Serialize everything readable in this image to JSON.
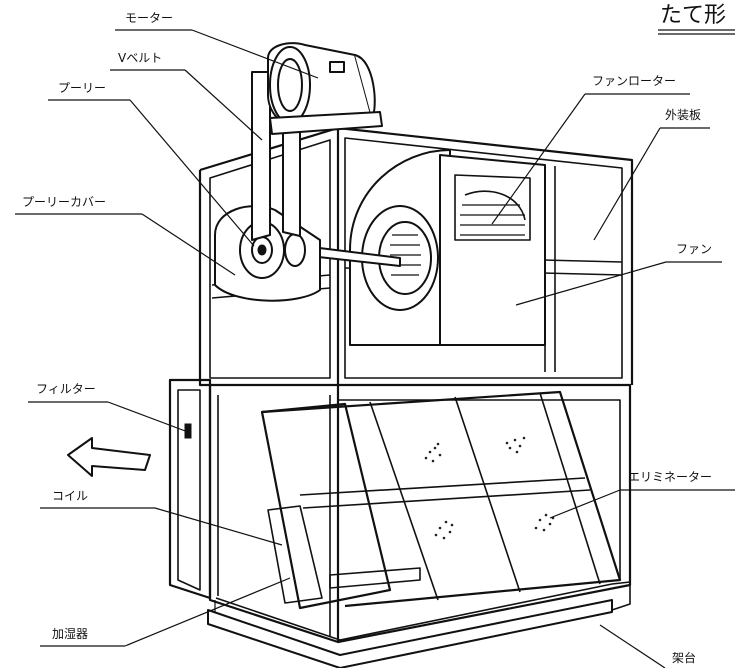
{
  "header_fragment": "たて形",
  "labels": {
    "motor": "モーター",
    "v_belt": "Vベルト",
    "pulley": "プーリー",
    "pulley_cover": "プーリーカバー",
    "fan_rotor": "ファンローター",
    "outer_panel": "外装板",
    "fan": "ファン",
    "filter": "フィルター",
    "coil": "コイル",
    "eliminator": "エリミネーター",
    "humidifier": "加湿器",
    "base_frame": "架台"
  },
  "colors": {
    "line": "#111111",
    "background": "#ffffff"
  },
  "icons": {
    "airflow": "airflow-arrow-icon"
  }
}
